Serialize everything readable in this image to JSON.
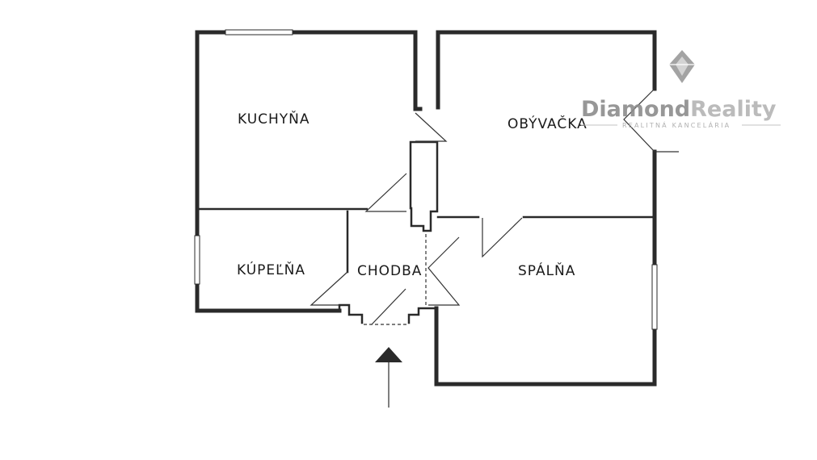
{
  "rooms": {
    "kitchen": "KUCHYŇA",
    "living_room": "OBÝVAČKA",
    "bathroom": "KÚPEĽŇA",
    "hallway": "CHODBA",
    "bedroom": "SPÁLŇA"
  },
  "watermark": {
    "name_dark": "Diamond",
    "name_light": "Reality",
    "tagline": "REALITNÁ KANCELÁRIA",
    "color_dark": "#8c8c8c",
    "color_light": "#b4b4b4"
  },
  "icons": {
    "entrance": "entrance-arrow-icon",
    "logo": "diamond-logo-icon"
  }
}
